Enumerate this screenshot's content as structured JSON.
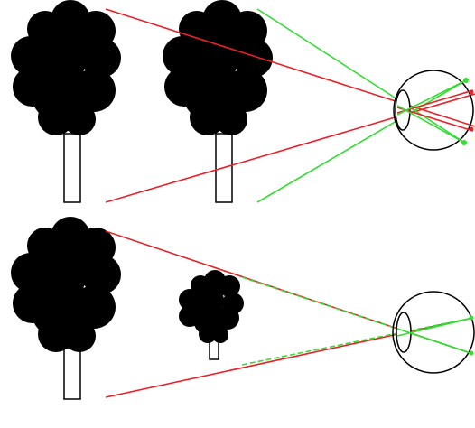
{
  "colors": {
    "background": "#ffffff",
    "tree_crown": "#000000",
    "trunk_fill": "#ffffff",
    "outline": "#000000",
    "far_tree_rays": "#e8222a",
    "near_tree_rays": "#33dd33"
  },
  "panels": [
    {
      "description_key": "equal-size-trees",
      "trees": [
        "far-tree",
        "near-tree"
      ],
      "eye": "eye",
      "rays": [
        "red-ray-top",
        "red-ray-bottom",
        "green-ray-top",
        "green-ray-bottom"
      ]
    },
    {
      "description_key": "smaller-near-tree",
      "trees": [
        "far-tree",
        "near-small-tree"
      ],
      "eye": "eye",
      "rays": [
        "red-ray-top",
        "red-ray-bottom",
        "green-ray-top",
        "green-ray-bottom"
      ]
    }
  ]
}
